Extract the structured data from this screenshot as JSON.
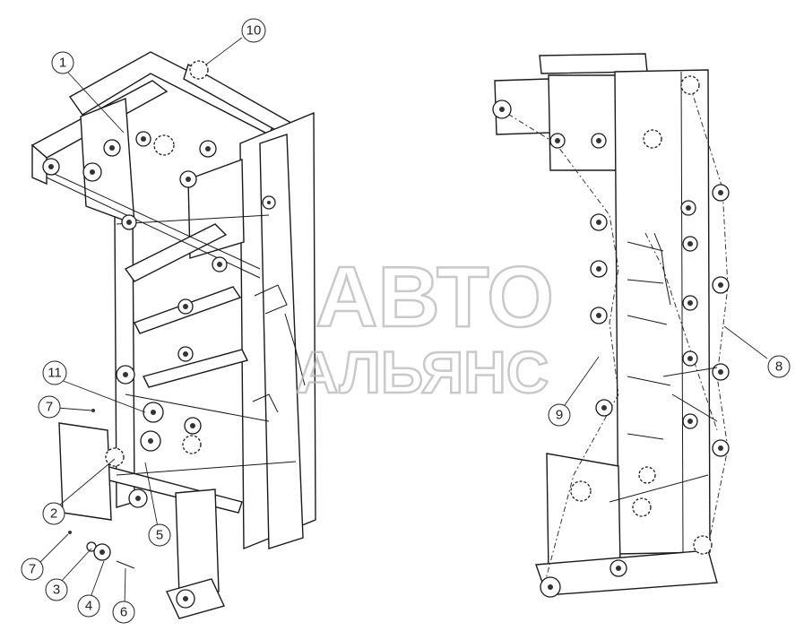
{
  "watermark": {
    "line1": "АВТО",
    "line2": "АЛЬЯНС"
  },
  "callouts": [
    {
      "id": "c1",
      "label": "1"
    },
    {
      "id": "c10",
      "label": "10"
    },
    {
      "id": "c11",
      "label": "11"
    },
    {
      "id": "c7a",
      "label": "7"
    },
    {
      "id": "c2",
      "label": "2"
    },
    {
      "id": "c5",
      "label": "5"
    },
    {
      "id": "c7b",
      "label": "7"
    },
    {
      "id": "c3",
      "label": "3"
    },
    {
      "id": "c4",
      "label": "4"
    },
    {
      "id": "c6",
      "label": "6"
    },
    {
      "id": "c9",
      "label": "9"
    },
    {
      "id": "c8",
      "label": "8"
    }
  ]
}
